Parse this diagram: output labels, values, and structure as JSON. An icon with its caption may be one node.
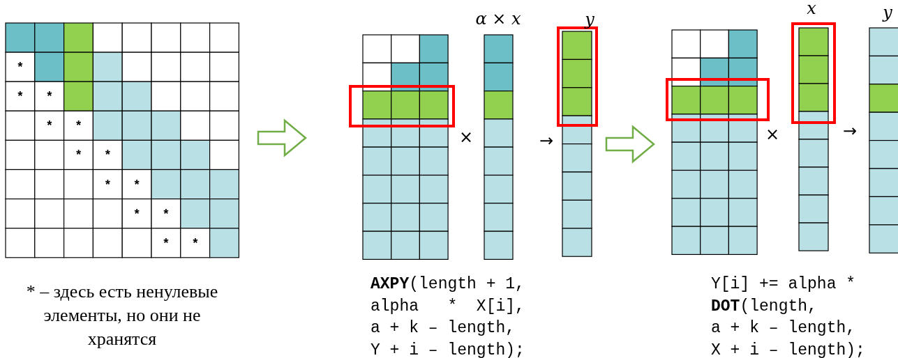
{
  "diagram": {
    "labels": [
      "α × x",
      "y",
      "x",
      "y",
      "*",
      "*",
      "*",
      "*",
      "*",
      "*",
      "*",
      "*",
      "*",
      "*",
      "*",
      "*",
      "*",
      "×",
      "→",
      "×",
      "→",
      "* – здесь есть ненулевые элементы, но они не хранятся",
      "**AXPY**(length + 1,",
      "alpha   *  X[i],",
      "a + k – length,",
      "Y + i – length);",
      "Y[i] += alpha *",
      "**DOT**(length,",
      "a + k – length,",
      "X + i – length);"
    ]
  }
}
